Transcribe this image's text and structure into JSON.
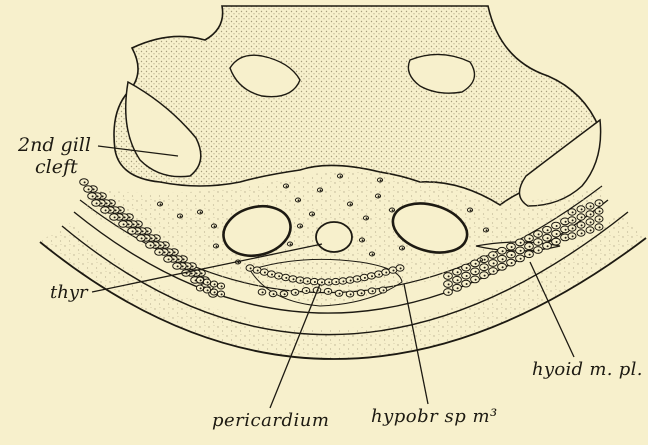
{
  "figure": {
    "background": "#f7f0cc",
    "ink": "#1d1a12",
    "stipple": "#cfc7a8"
  },
  "labels": {
    "gill_cleft_line1": "2nd gill",
    "gill_cleft_line2": "cleft",
    "thyroid": "thyr",
    "pericardium": "pericardium",
    "hypobranchial": "hypobr sp m³",
    "hyoid_muscle": "hyoid m. pl."
  }
}
